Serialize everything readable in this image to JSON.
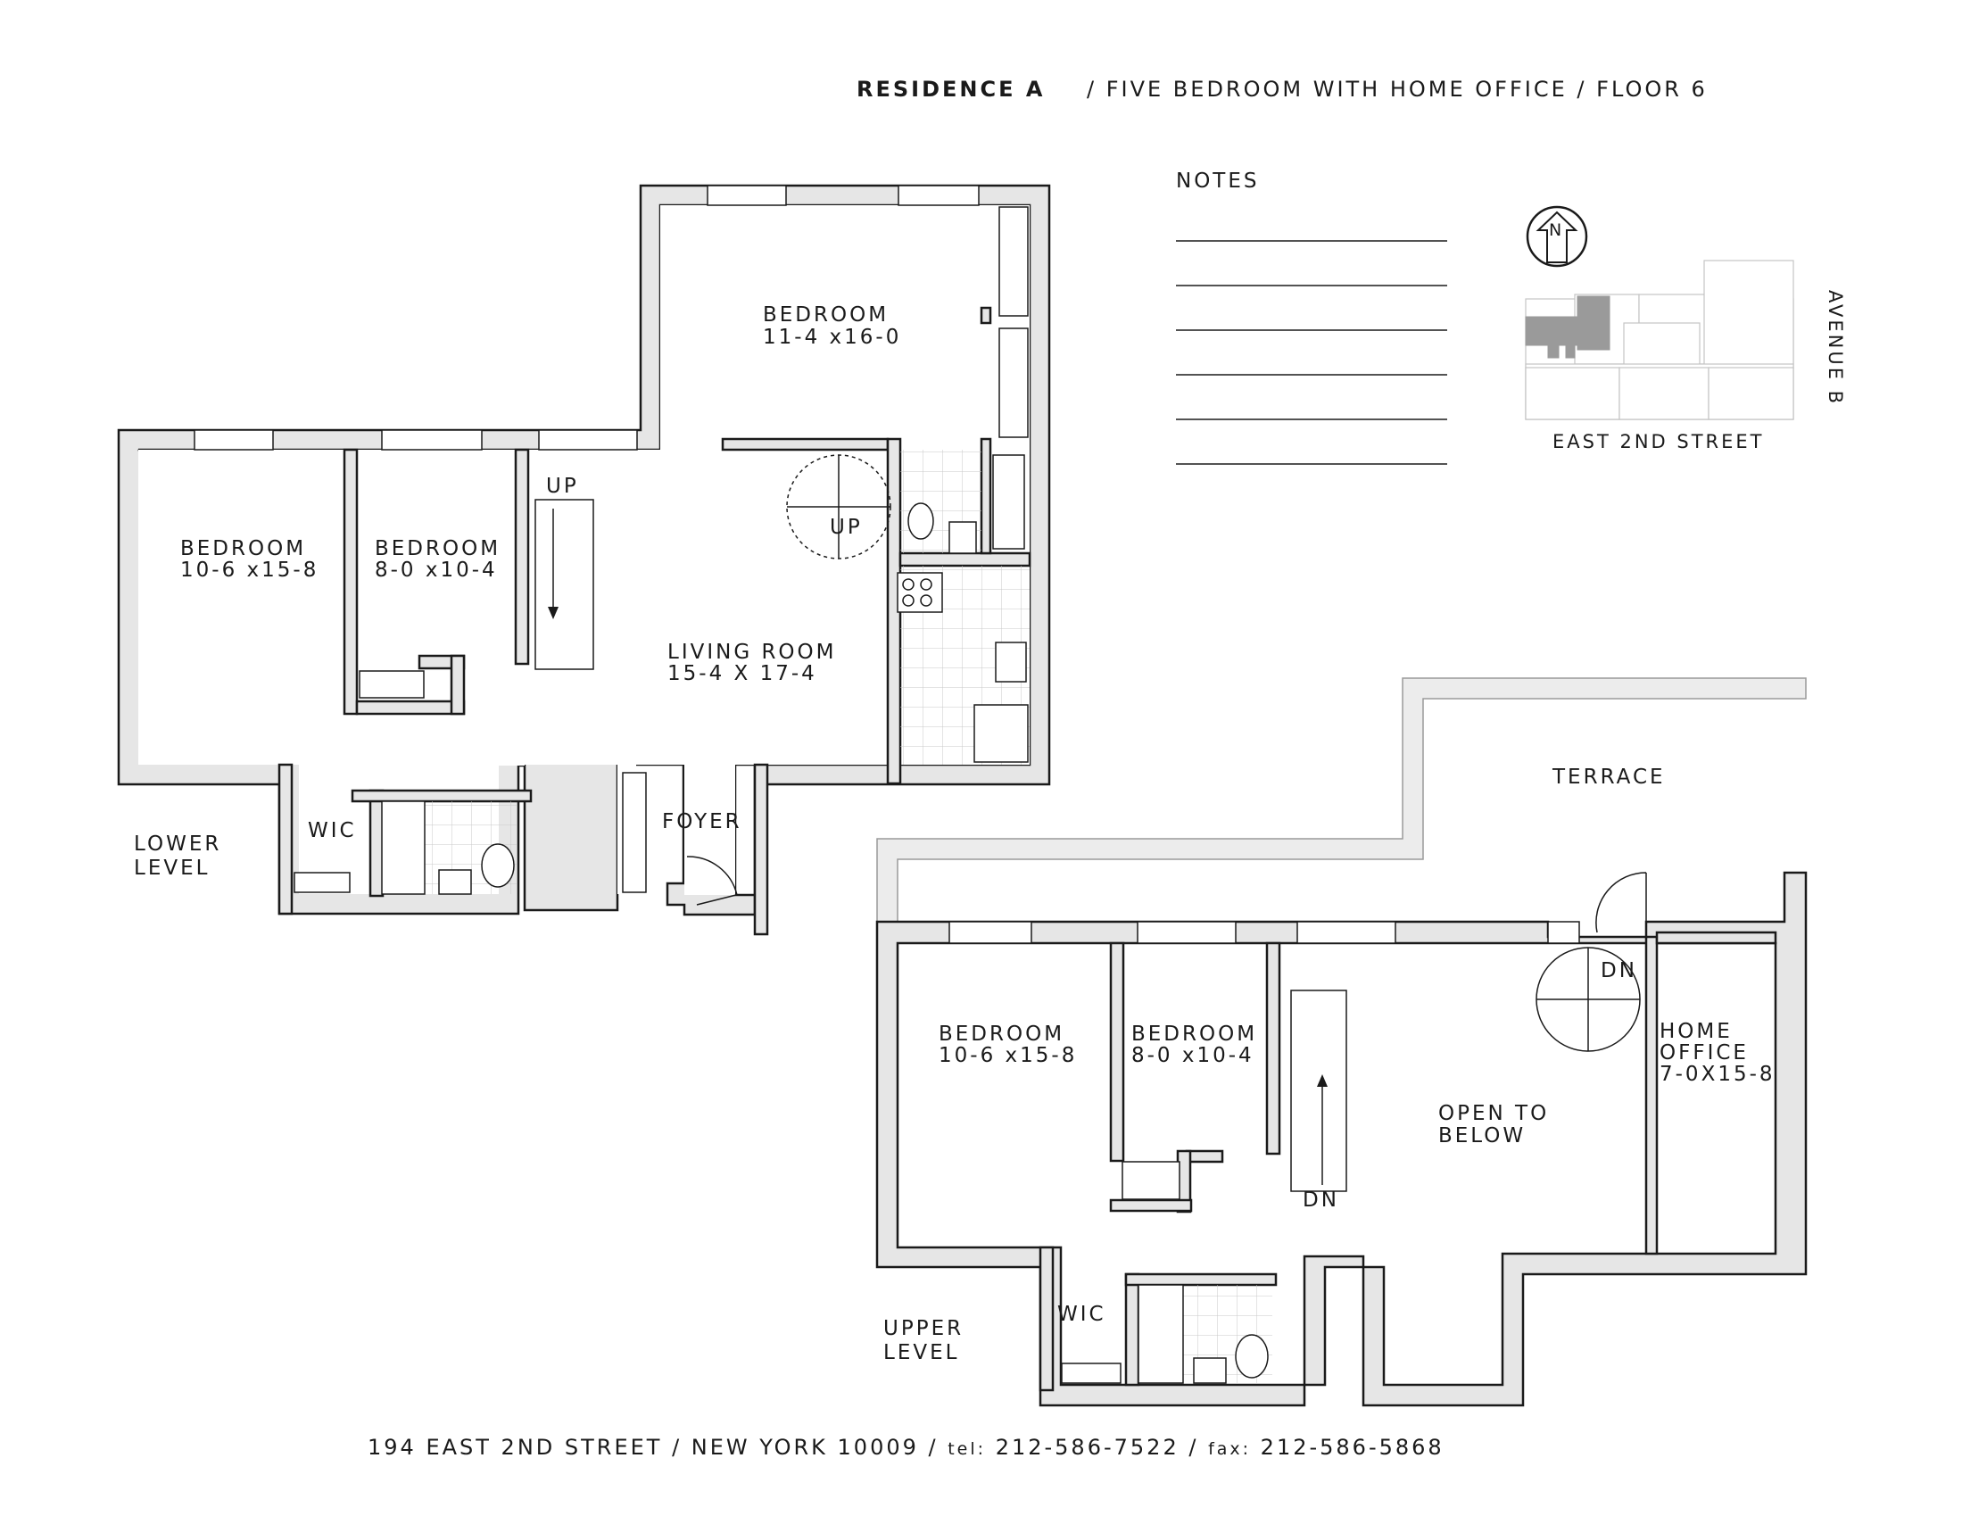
{
  "header": {
    "residence": "RESIDENCE  A",
    "description": "/  FIVE BEDROOM WITH HOME OFFICE / FLOOR 6"
  },
  "notes_label": "NOTES",
  "compass_label": "N",
  "site": {
    "street_label": "EAST 2ND STREET",
    "avenue_label": "AVENUE B"
  },
  "lower_level": {
    "level_label_1": "LOWER",
    "level_label_2": "LEVEL",
    "rooms": [
      {
        "name": "BEDROOM",
        "dims": "11-4 x16-0"
      },
      {
        "name": "BEDROOM",
        "dims": "10-6 x15-8"
      },
      {
        "name": "BEDROOM",
        "dims": "8-0 x10-4"
      },
      {
        "name": "LIVING ROOM",
        "dims": "15-4 X 17-4"
      }
    ],
    "wic": "WIC",
    "foyer": "FOYER",
    "stair_up": "UP",
    "spiral_up": "UP"
  },
  "upper_level": {
    "level_label_1": "UPPER",
    "level_label_2": "LEVEL",
    "rooms": [
      {
        "name": "BEDROOM",
        "dims": "10-6 x15-8"
      },
      {
        "name": "BEDROOM",
        "dims": "8-0 x10-4"
      }
    ],
    "home_office_1": "HOME",
    "home_office_2": "OFFICE",
    "home_office_dims": "7-0X15-8",
    "open_1": "OPEN TO",
    "open_2": "BELOW",
    "terrace": "TERRACE",
    "wic": "WIC",
    "stair_dn": "DN",
    "spiral_dn": "DN"
  },
  "footer": {
    "address": "194 EAST 2ND STREET / NEW YORK 10009 / ",
    "tel_label": "tel:",
    "tel": " 212-586-7522 / ",
    "fax_label": "fax:",
    "fax": " 212-586-5868"
  }
}
